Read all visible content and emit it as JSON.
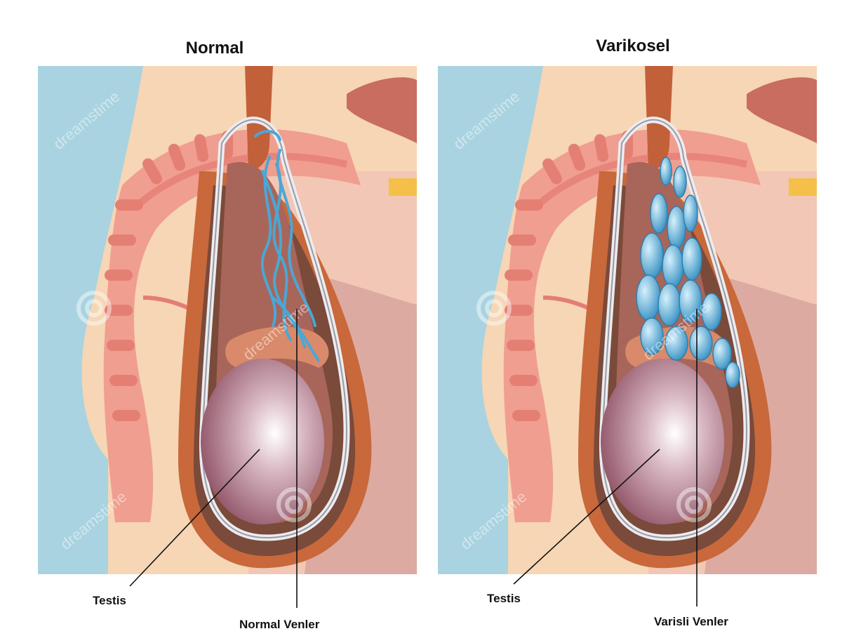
{
  "panels": [
    {
      "title": "Normal",
      "testis_label": "Testis",
      "veins_label": "Normal Venler",
      "variant": "normal"
    },
    {
      "title": "Varikosel",
      "testis_label": "Testis",
      "veins_label": "Varisli Venler",
      "variant": "varicocele"
    }
  ],
  "watermark": "dreamstime",
  "colors": {
    "background_blue": "#a9d3e0",
    "skin": "#f5d3b0",
    "pink_tissue": "#ee9b8e",
    "sac_orange": "#c8683b",
    "sac_silver": "#e6e6ea",
    "testis": "#b07a8a",
    "vein_blue": "#4aa7d6"
  }
}
